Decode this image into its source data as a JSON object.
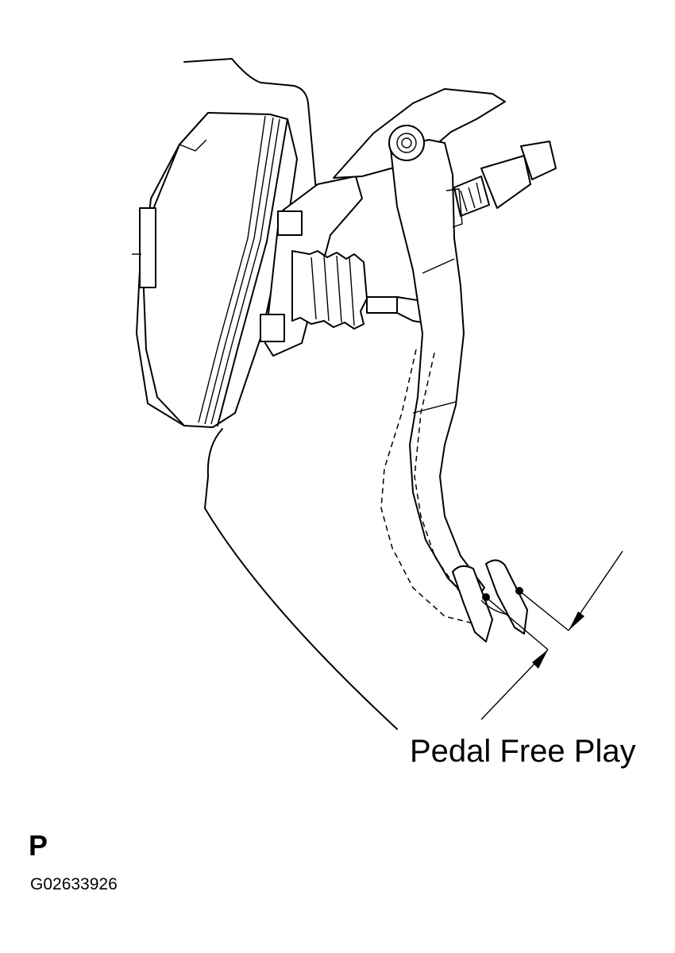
{
  "callout_label": "Pedal Free Play",
  "view_mark": "P",
  "figure_id": "G02633926"
}
